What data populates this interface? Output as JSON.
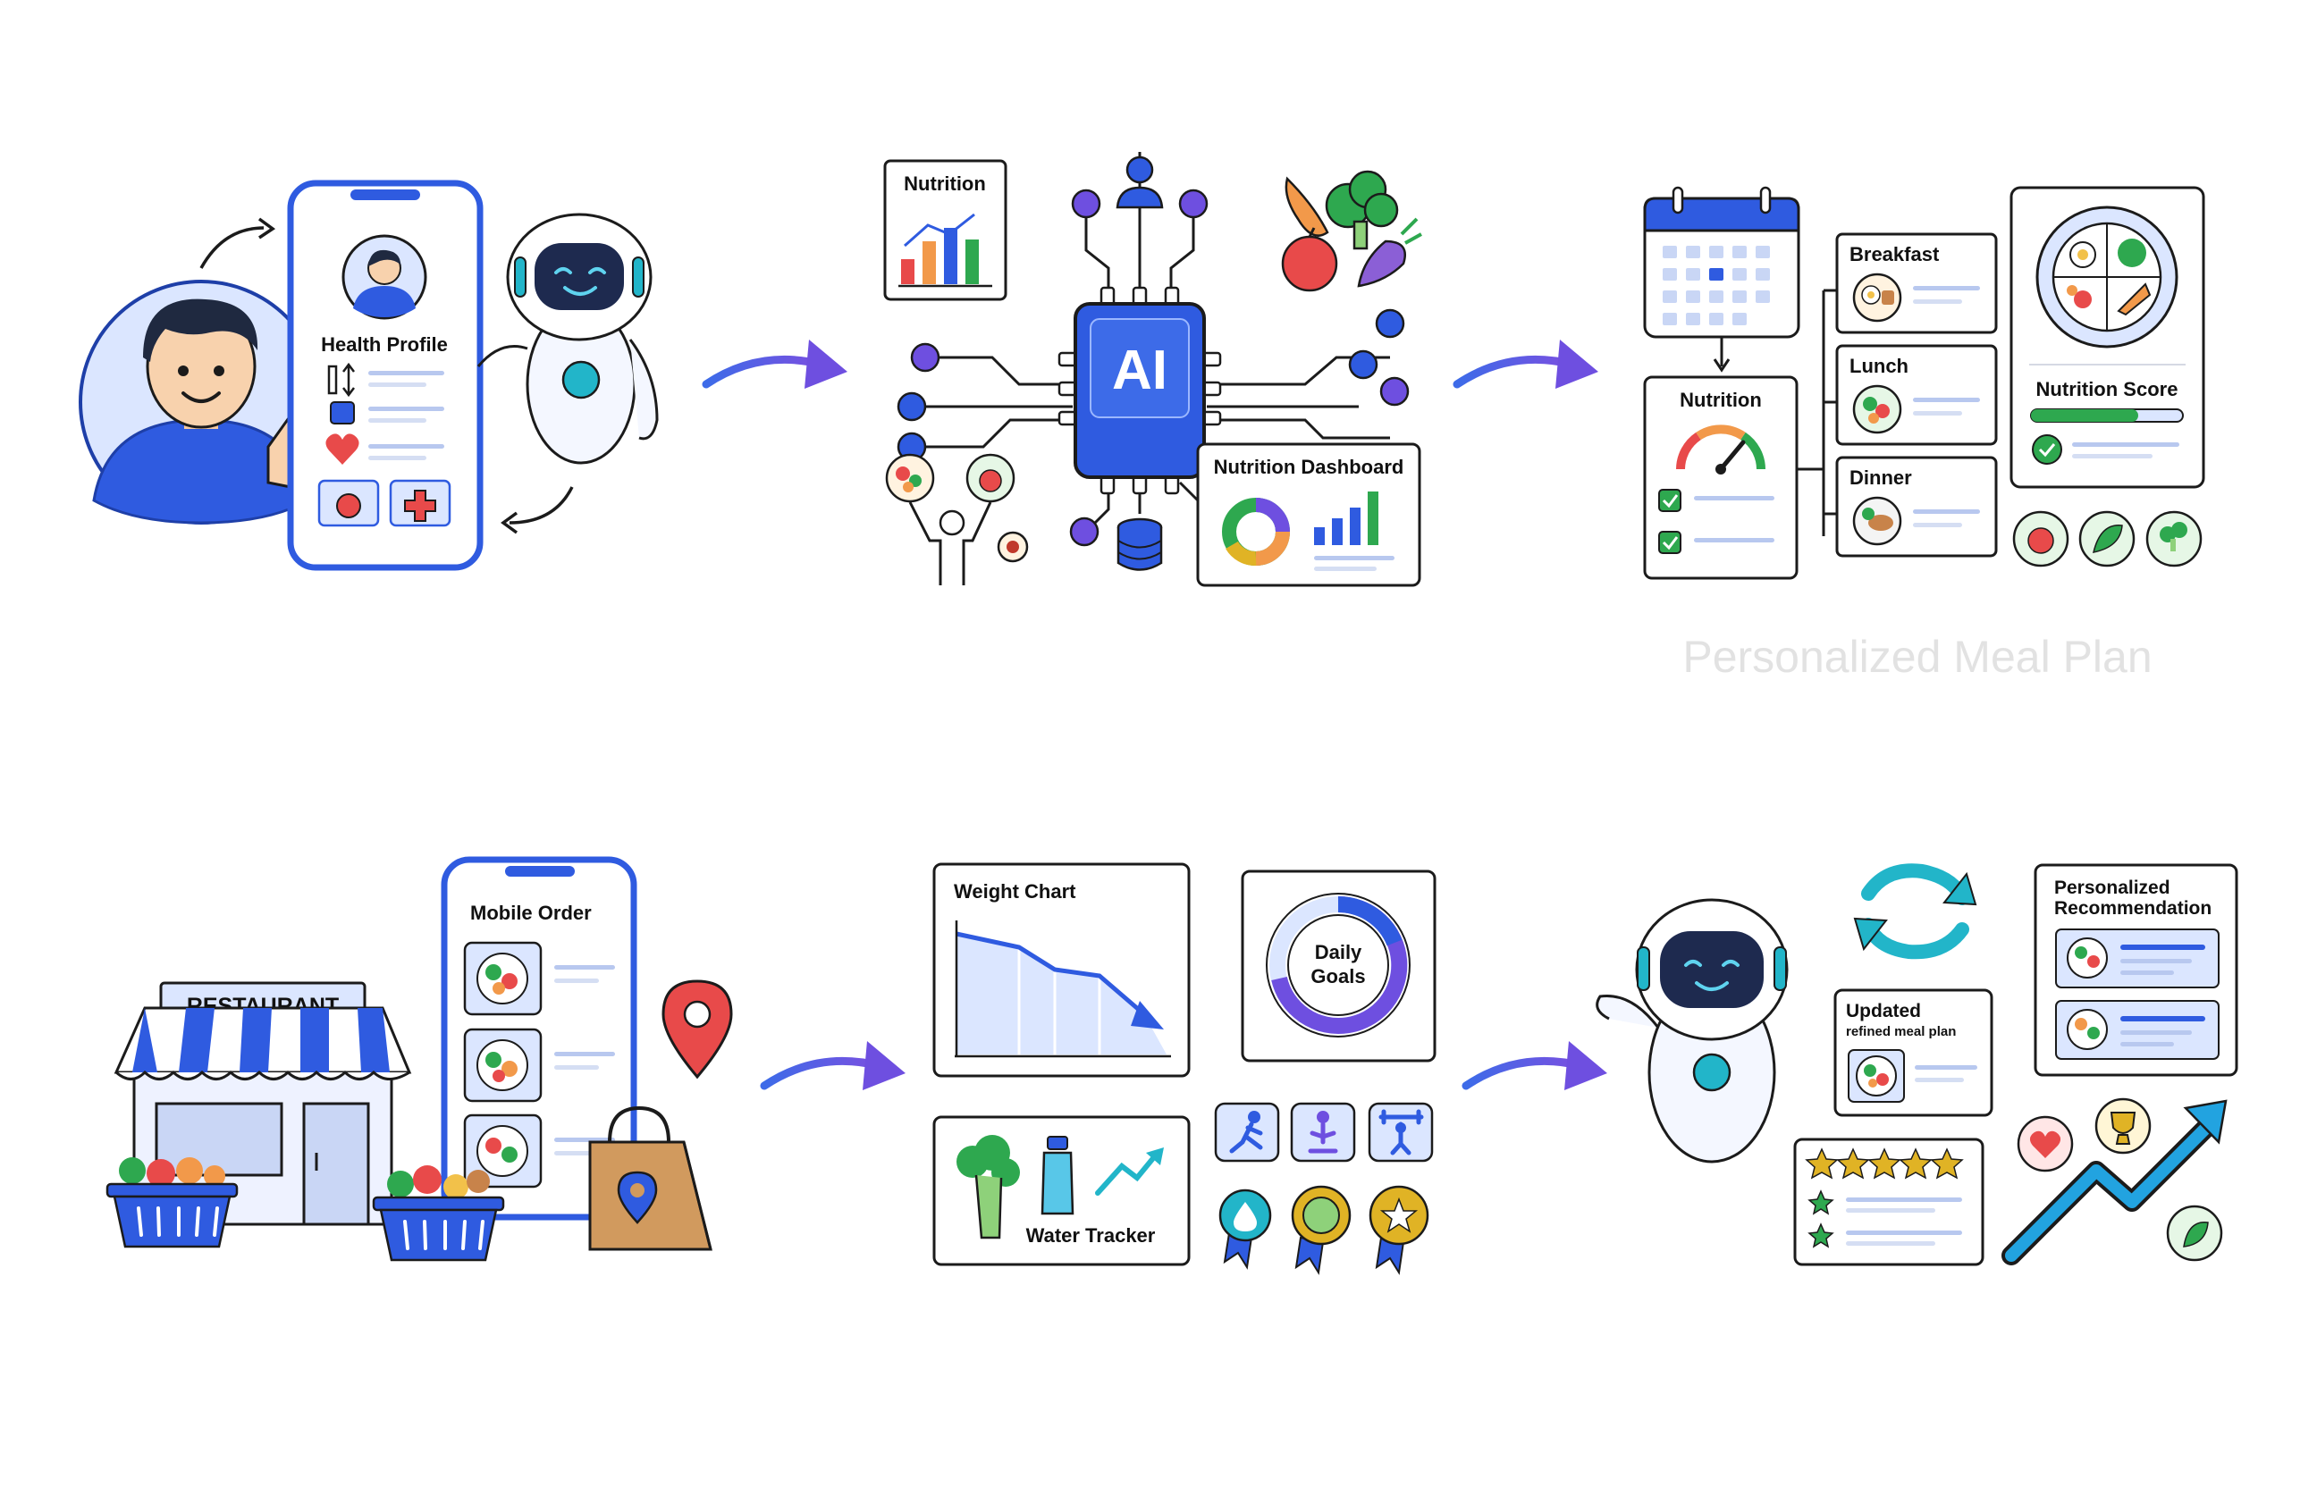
{
  "steps": [
    {
      "id": "step1",
      "caption_lines": [
        "",
        ""
      ],
      "labels": {
        "phone_title": "Health Profile"
      }
    },
    {
      "id": "step2",
      "caption_lines": [
        ""
      ],
      "labels": {
        "nutrition_card": "Nutrition",
        "chip": "AI",
        "dashboard": "Nutrition Dashboard"
      }
    },
    {
      "id": "step3",
      "caption_lines": [
        "Personalized Meal Plan"
      ],
      "labels": {
        "nutrition_card": "Nutrition",
        "breakfast": "Breakfast",
        "lunch": "Lunch",
        "dinner": "Dinner",
        "score": "Nutrition Score"
      }
    },
    {
      "id": "step4",
      "caption_lines": [
        "",
        ""
      ],
      "labels": {
        "restaurant": "RESTAURANT",
        "phone_title": "Mobile Order"
      }
    },
    {
      "id": "step5",
      "caption_lines": [
        ""
      ],
      "labels": {
        "weight_chart": "Weight Chart",
        "daily_goals_1": "Daily",
        "daily_goals_2": "Goals",
        "water_tracker": "Water Tracker"
      }
    },
    {
      "id": "step6",
      "caption_lines": [
        "",
        ""
      ],
      "labels": {
        "updated": "Updated",
        "updated_sub": "refined meal plan",
        "recommendation_1": "Personalized",
        "recommendation_2": "Recommendation"
      }
    }
  ],
  "colors": {
    "primary": "#2f5be0",
    "purple": "#6e4fe0",
    "light_blue": "#dbe6ff",
    "teal": "#22b5c9",
    "green": "#2ea84f",
    "red": "#e84a4a",
    "orange": "#f2994a",
    "gold": "#e0b325"
  }
}
